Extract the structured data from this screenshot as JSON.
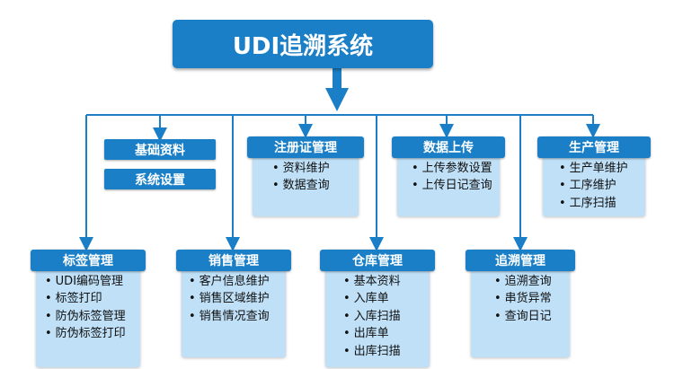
{
  "title": "UDI追溯系统",
  "standalone": [
    {
      "label": "基础资料"
    },
    {
      "label": "系统设置"
    }
  ],
  "cards": [
    {
      "key": "zhuce",
      "header": "注册证管理",
      "items": [
        "资料维护",
        "数据查询"
      ]
    },
    {
      "key": "shuju",
      "header": "数据上传",
      "items": [
        "上传参数设置",
        "上传日记查询"
      ]
    },
    {
      "key": "shengchan",
      "header": "生产管理",
      "items": [
        "生产单维护",
        "工序维护",
        "工序扫描"
      ]
    },
    {
      "key": "biaoqian",
      "header": "标签管理",
      "items": [
        "UDI编码管理",
        "标签打印",
        "防伪标签管理",
        "防伪标签打印"
      ]
    },
    {
      "key": "xiaoshou",
      "header": "销售管理",
      "items": [
        "客户信息维护",
        "销售区域维护",
        "销售情况查询"
      ]
    },
    {
      "key": "cangku",
      "header": "仓库管理",
      "items": [
        "基本资料",
        "入库单",
        "入库扫描",
        "出库单",
        "出库扫描"
      ]
    },
    {
      "key": "zhuisu",
      "header": "追溯管理",
      "items": [
        "追溯查询",
        "串货异常",
        "查询日记"
      ]
    }
  ],
  "colors": {
    "header": "#1a7fc6",
    "card": "#bfe0f7",
    "line": "#1a7fc6"
  }
}
